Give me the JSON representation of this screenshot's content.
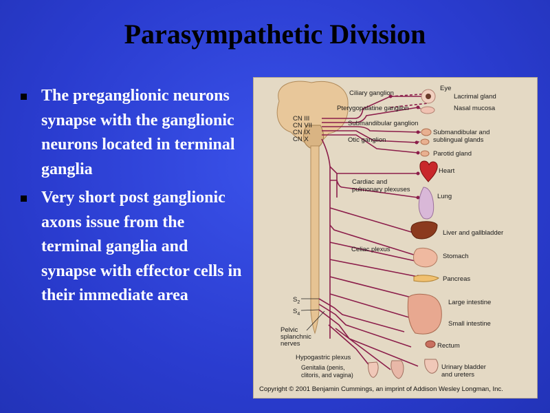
{
  "title": "Parasympathetic Division",
  "bullets": [
    {
      "text": "The preganglionic neurons synapse with the ganglionic neurons located in terminal ganglia"
    },
    {
      "text": "Very short post ganglionic axons issue from the terminal ganglia and synapse with effector cells in their immediate area"
    }
  ],
  "figure": {
    "cranial_nerves": [
      "CN III",
      "CN VII",
      "CN IX",
      "CN X"
    ],
    "ganglia": {
      "ciliary": "Ciliary ganglion",
      "pterygopalatine": "Pterygopalatine ganglion",
      "submandibular": "Submandibular ganglion",
      "otic": "Otic ganglion",
      "cardiac_1": "Cardiac and",
      "cardiac_2": "pulmonary plexuses",
      "celiac": "Celiac plexus",
      "hypogastric": "Hypogastric plexus"
    },
    "organs": {
      "eye": "Eye",
      "lacrimal": "Lacrimal gland",
      "nasal": "Nasal mucosa",
      "submandibular_1": "Submandibular and",
      "submandibular_2": "sublingual glands",
      "parotid": "Parotid gland",
      "heart": "Heart",
      "lung": "Lung",
      "liver": "Liver and gallbladder",
      "stomach": "Stomach",
      "pancreas": "Pancreas",
      "large_intestine": "Large  intestine",
      "small_intestine": "Small intestine",
      "rectum": "Rectum",
      "bladder_1": "Urinary  bladder",
      "bladder_2": "and ureters",
      "genitalia_1": "Genitalia (penis,",
      "genitalia_2": "clitoris, and vagina)"
    },
    "spinal": {
      "s2": "S",
      "s2_sub": "2",
      "s4": "S",
      "s4_sub": "4",
      "pelvic_1": "Pelvic",
      "pelvic_2": "splanchnic",
      "pelvic_3": "nerves"
    },
    "copyright": "Copyright © 2001 Benjamin Cummings, an imprint of Addison Wesley Longman, Inc."
  }
}
